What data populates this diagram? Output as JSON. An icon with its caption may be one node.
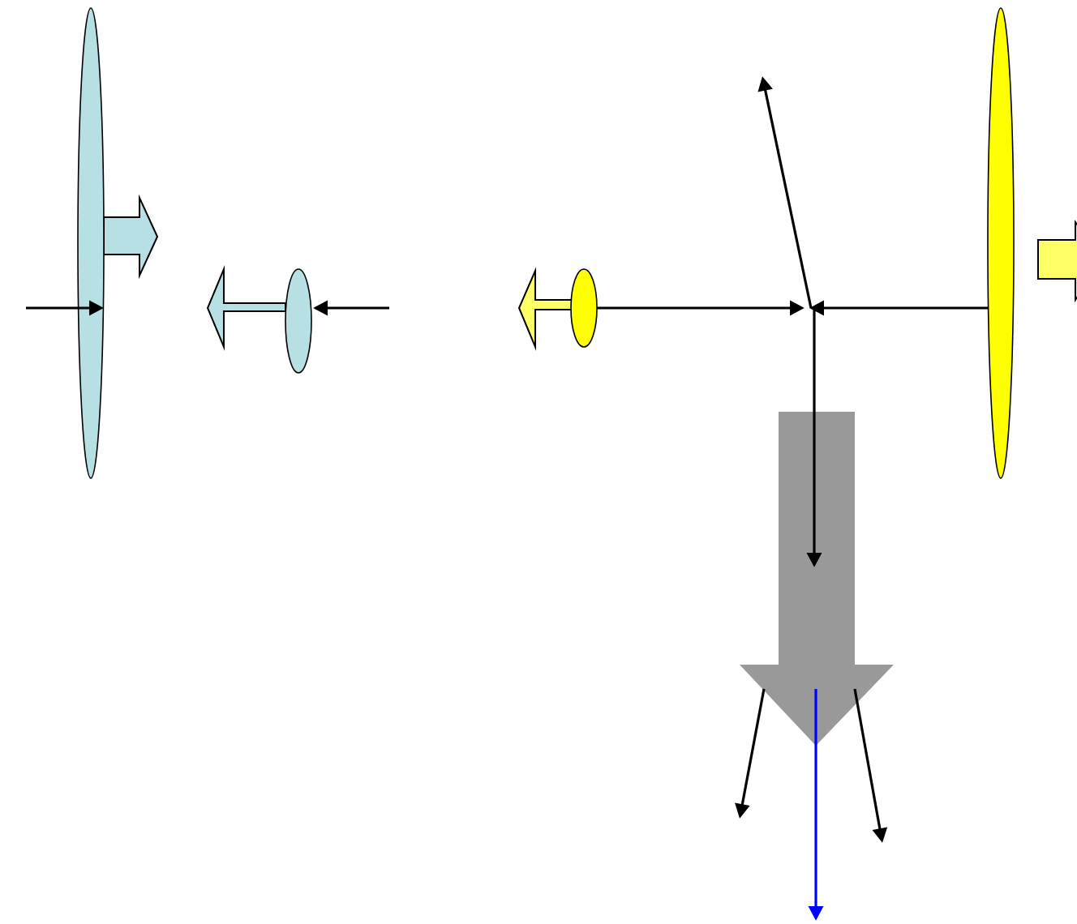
{
  "diagram": {
    "nodes": [
      {
        "text": [],
        "shape": "ellipse"
      },
      {
        "text": [],
        "shape": "ellipse"
      },
      {
        "text": [],
        "shape": "ellipse"
      },
      {
        "text": [],
        "shape": "ellipse"
      }
    ]
  }
}
